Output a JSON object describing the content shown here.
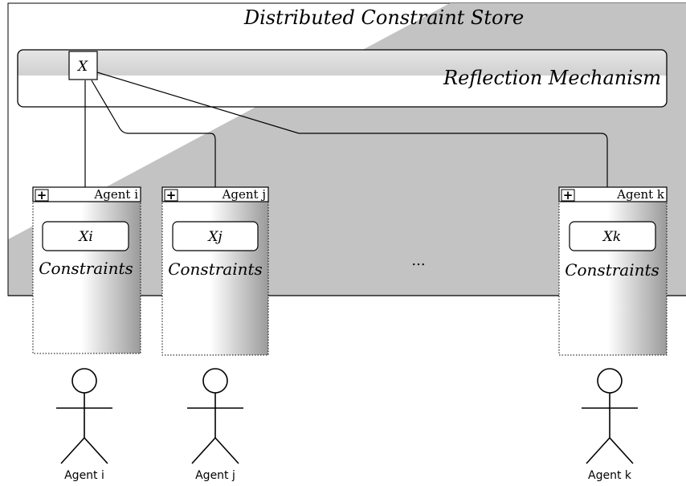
{
  "store": {
    "title": "Distributed Constraint Store"
  },
  "reflection": {
    "title": "Reflection Mechanism",
    "variable": "X"
  },
  "agents": [
    {
      "tab_label": "Agent i",
      "variable": "Xi",
      "constraints_label": "Constraints",
      "actor_label": "Agent i",
      "expand_symbol": "+"
    },
    {
      "tab_label": "Agent j",
      "variable": "Xj",
      "constraints_label": "Constraints",
      "actor_label": "Agent j",
      "expand_symbol": "+"
    },
    {
      "tab_label": "Agent k",
      "variable": "Xk",
      "constraints_label": "Constraints",
      "actor_label": "Agent k",
      "expand_symbol": "+"
    }
  ],
  "ellipsis": "...",
  "colors": {
    "store_fill": "#c3c3c3",
    "reflection_highlight": "#d9d9d9",
    "stroke": "#000000",
    "background": "#ffffff"
  }
}
